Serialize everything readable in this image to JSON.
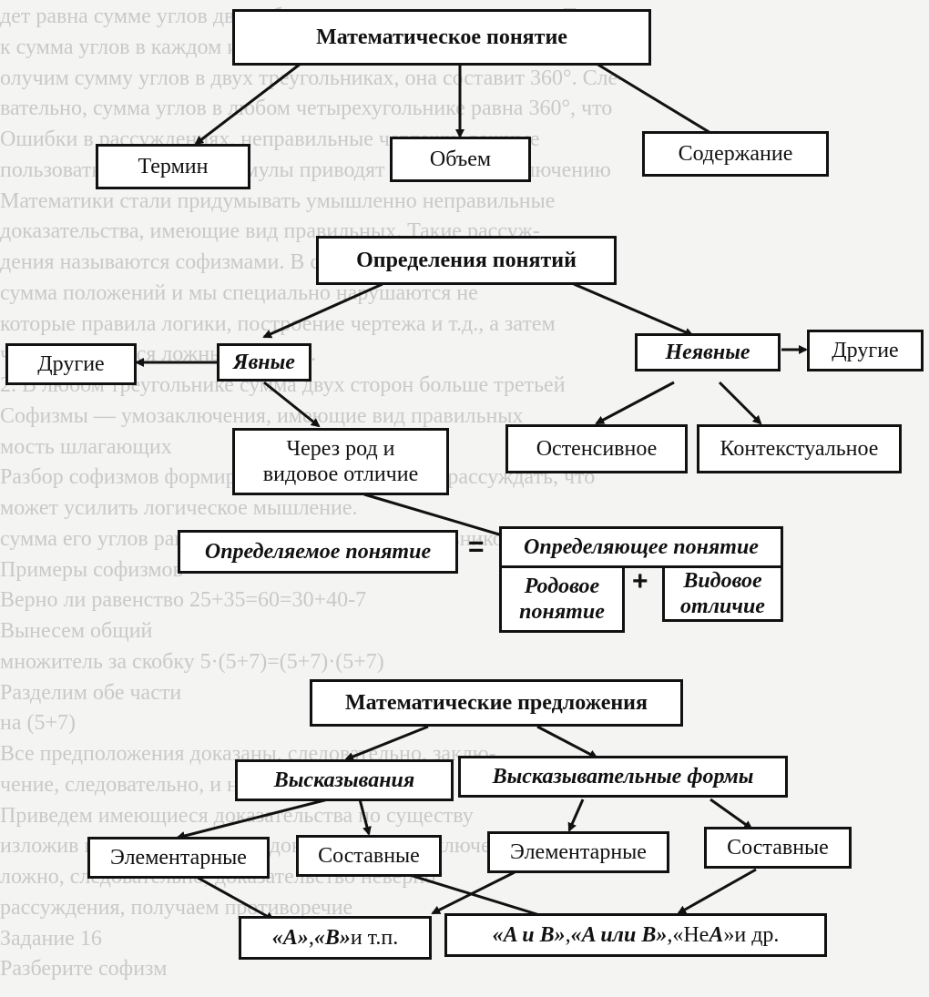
{
  "background_lines": [
    "дет равна сумме углов двух образовавшихся треугольников. Так",
    "к сумма углов в каждом из треугольников равна 180°,",
    "олучим сумму углов в двух треугольниках, она составит 360°. Сле-",
    "вательно, сумма углов в любом четырехугольнике равна 360°, что",
    "Ошибки в рассуждениях, неправильные чертежи, ложные",
    "пользовать теоремы и формулы приводят к ложному заключению",
    "Математики стали придумывать умышленно неправильные",
    "доказательства, имеющие вид правильных. Такие рассуж-",
    "дения называются софизмами. В софизме за упоминаемым",
    "сумма положений и мы специально нарушаются не",
    "которые правила логики, построение чертежа и т.д., а затем",
    "чего получаются ложные выводы.",
    "2. В любом треугольнике сумма двух сторон больше третьей",
    "Софизмы — умозаключения, имеющие вид правильных",
    "мость шлагающих",
    "Разбор софизмов формирует умение правильно рассуждать, что",
    "может усилить логическое мышление.",
    "сумма его углов равна сумме углов двух треугольников, то",
    "Примеры софизмов",
    "Верно ли равенство 25+35=60=30+40-7",
    "Вынесем общий",
    "множитель за скобку 5·(5+7)=(5+7)·(5+7)",
    "Разделим обе части",
    "на (5+7)",
    "Все предположения доказаны, следовательно, заклю-",
    "чение, следовательно, и неверно",
    "Приведем имеющиеся доказательства по существу",
    "изложив все доказательства, доказывающие заключение",
    "ложно, следовательно, доказательство неверно",
    "рассуждения, получаем противоречие",
    "Задание 16",
    "Разберите софизм"
  ],
  "nodes": {
    "mathematical_concept": "Математическое понятие",
    "term": "Термин",
    "scope": "Объем",
    "content": "Содержание",
    "concept_definitions": "Определения понятий",
    "explicit": "Явные",
    "implicit": "Неявные",
    "others_left": "Другие",
    "others_right": "Другие",
    "genus_line1": "Через род и",
    "genus_line2": "видовое отличие",
    "ostensive": "Остенсивное",
    "contextual": "Контекстуальное",
    "definiendum": "Определяемое понятие",
    "equals_sign": "=",
    "definiens": "Определяющее понятие",
    "generic_line1": "Родовое",
    "generic_line2": "понятие",
    "plus_sign": "+",
    "species_line1": "Видовое",
    "species_line2": "отличие",
    "math_sentences": "Математические предложения",
    "statements": "Высказывания",
    "statement_forms": "Высказывательные формы",
    "elementary_left": "Элементарные",
    "compound_left": "Составные",
    "elementary_right": "Элементарные",
    "compound_right": "Составные"
  },
  "examples": {
    "elementary_a": "«A»",
    "sep1": ", ",
    "elementary_b": "«B»",
    "elementary_suffix": " и т.п.",
    "compound_and": "«A и B»",
    "sep2": ", ",
    "compound_or": "«A или B»",
    "sep3": ", ",
    "compound_not_open": "«Не ",
    "compound_not_a": "A",
    "compound_not_close": "»",
    "compound_suffix": " и др."
  }
}
